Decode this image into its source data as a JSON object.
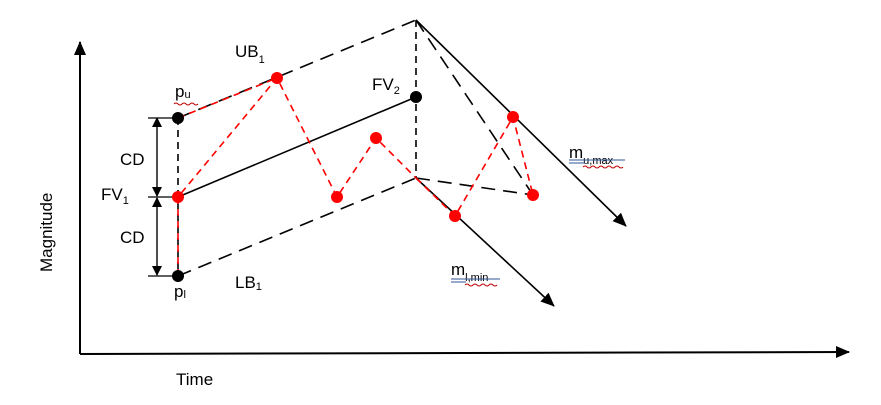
{
  "axes": {
    "x_label": "Time",
    "y_label": "Magnitude"
  },
  "labels": {
    "cd_upper": "CD",
    "cd_lower": "CD",
    "fv1": {
      "main": "FV",
      "sub": "1"
    },
    "fv2": {
      "main": "FV",
      "sub": "2"
    },
    "ub1": {
      "main": "UB",
      "sub": "1"
    },
    "lb1": {
      "main": "LB",
      "sub": "1"
    },
    "pu": {
      "main": "p",
      "sub": "u"
    },
    "pl": {
      "main": "p",
      "sub": "l"
    },
    "m_umax": {
      "main": "m",
      "sub": "u,max"
    },
    "m_lmin": {
      "main": "m",
      "sub": "l,min"
    }
  },
  "colors": {
    "line": "#000000",
    "red_points": "#ff0000",
    "red_path": "#ff0000",
    "black_points": "#000000",
    "spell_underline": "#c00000",
    "double_underline": "#2f5597"
  }
}
